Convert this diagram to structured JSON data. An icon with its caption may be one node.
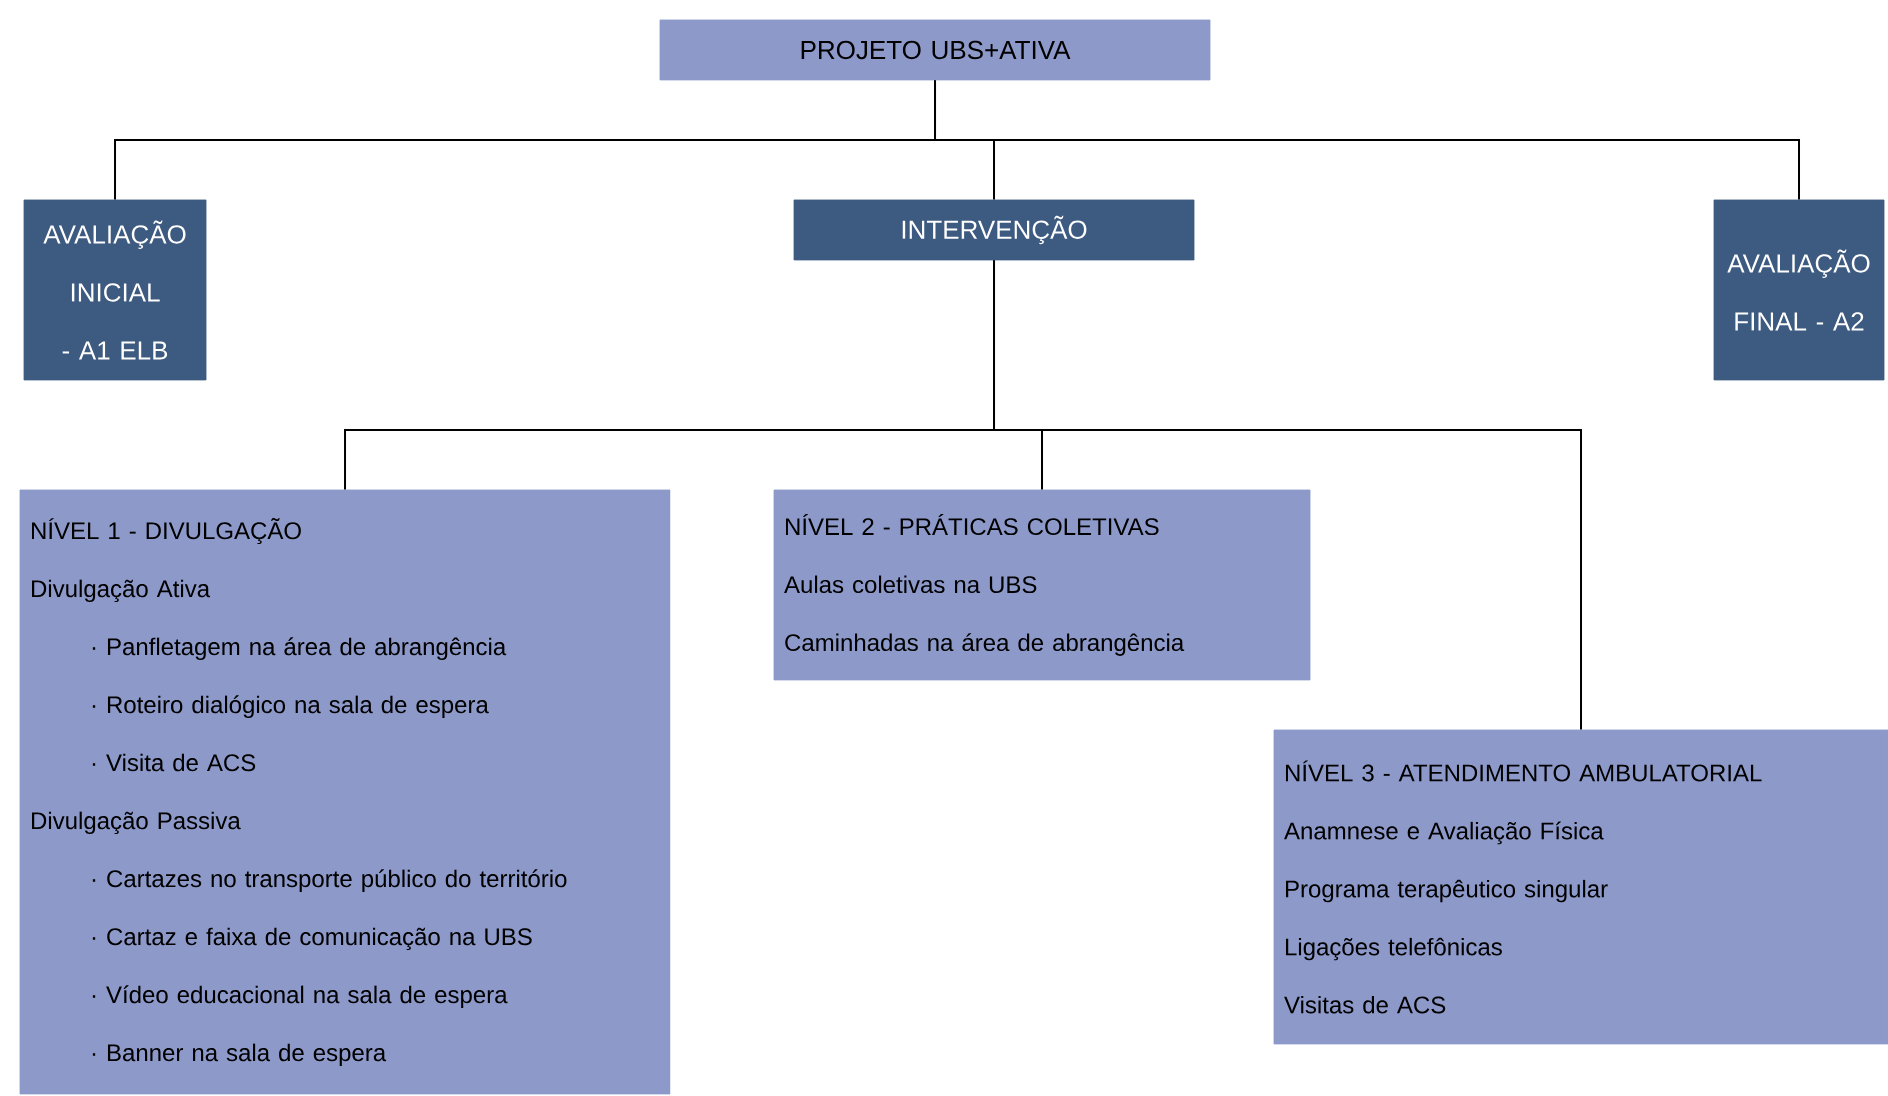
{
  "diagram": {
    "nodes": [
      {
        "text": [
          "PROJETO UBS+ATIVA"
        ]
      },
      {
        "text": [
          "AVALIAÇÃO INICIAL - A1 ELB"
        ]
      },
      {
        "text": [
          "INTERVENÇÃO"
        ]
      },
      {
        "text": [
          "AVALIAÇÃO FINAL - A2"
        ]
      },
      {
        "text": [
          "NÍVEL 1 - DIVULGAÇÃO",
          "Divulgação Ativa",
          "· Panfletagem na área de abrangência",
          "· Roteiro dialógico na sala de espera",
          "· Visita de ACS",
          "Divulgação Passiva",
          "· Cartazes no transporte público do território",
          "· Cartaz e faixa de comunicação na UBS",
          "· Vídeo educacional na sala de espera",
          "· Banner na sala de espera"
        ]
      },
      {
        "text": [
          "NÍVEL 2 - PRÁTICAS COLETIVAS",
          "Aulas coletivas na UBS",
          "Caminhadas na área de abrangência"
        ]
      },
      {
        "text": [
          "NÍVEL 3 - ATENDIMENTO AMBULATORIAL",
          "Anamnese e Avaliação Física",
          "Programa terapêutico singular",
          "Ligações telefônicas",
          "Visitas de ACS"
        ]
      }
    ],
    "edges": [
      {
        "from": 0,
        "to": 1,
        "arrow": "none"
      },
      {
        "from": 0,
        "to": 2,
        "arrow": "none"
      },
      {
        "from": 0,
        "to": 3,
        "arrow": "none"
      },
      {
        "from": 2,
        "to": 4,
        "arrow": "none"
      },
      {
        "from": 2,
        "to": 5,
        "arrow": "none"
      },
      {
        "from": 2,
        "to": 6,
        "arrow": "none"
      }
    ]
  }
}
